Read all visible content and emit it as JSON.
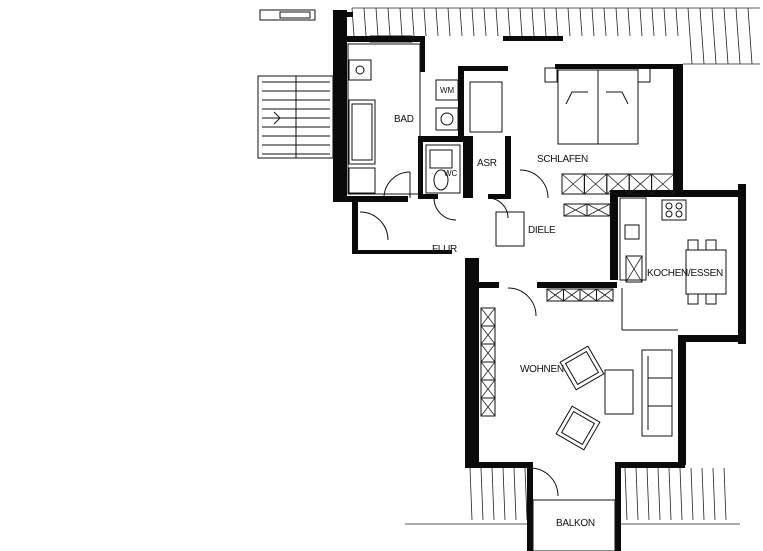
{
  "rooms": {
    "bad": "BAD",
    "wm": "WM",
    "wc": "WC",
    "asr": "ASR",
    "schlafen": "SCHLAFEN",
    "diele": "DIELE",
    "flur": "FLUR",
    "kochen_essen": "KOCHEN/ESSEN",
    "wohnen": "WOHNEN",
    "balkon": "BALKON"
  },
  "colors": {
    "wall": "#0a0a0a",
    "line": "#111111",
    "background": "#ffffff"
  }
}
